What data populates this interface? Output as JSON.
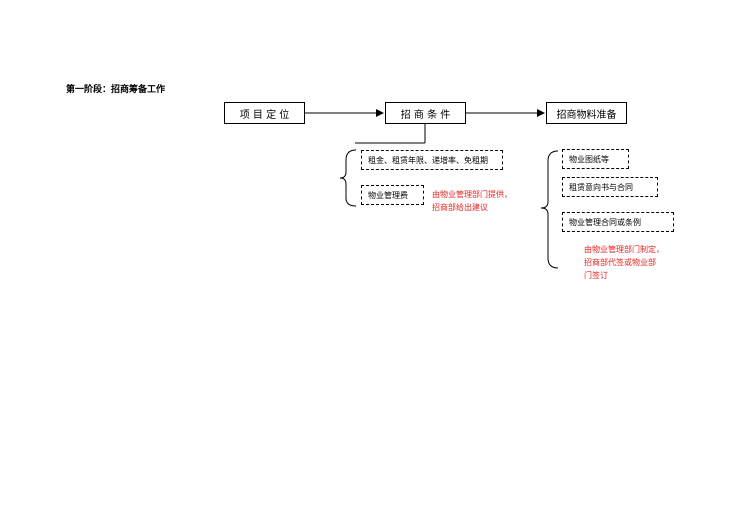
{
  "stage_title": "第一阶段：招商筹备工作",
  "main_steps": [
    {
      "label": "项 目 定 位"
    },
    {
      "label": "招 商 条 件"
    },
    {
      "label": "招商物料准备"
    }
  ],
  "conditions": {
    "items": [
      "租金、租赁年限、递增率、免租期",
      "物业管理费"
    ],
    "note_lines": [
      "由物业管理部门提供，",
      "招商部给出建议"
    ]
  },
  "materials": {
    "items": [
      "物业图纸等",
      "租赁意向书与合同",
      "物业管理合同或条例"
    ],
    "note_lines": [
      "由物业管理部门制定，",
      "招商部代签或物业部",
      "门签订"
    ]
  },
  "colors": {
    "note": "#e8231f",
    "line": "#000000"
  }
}
